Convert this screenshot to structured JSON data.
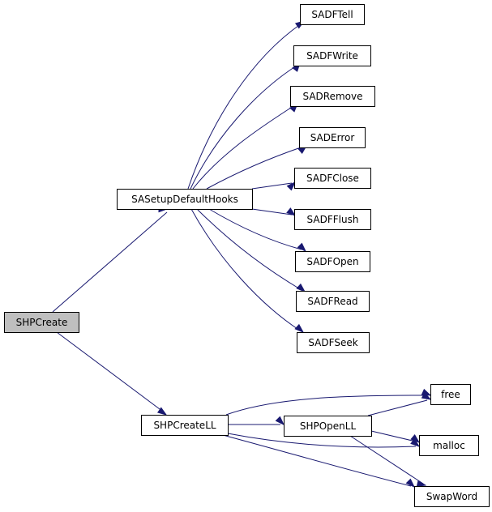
{
  "graph": {
    "nodes": [
      {
        "id": "shpcreate",
        "label": "SHPCreate",
        "root": true
      },
      {
        "id": "sasetupdefaulthooks",
        "label": "SASetupDefaultHooks"
      },
      {
        "id": "shpcreatell",
        "label": "SHPCreateLL"
      },
      {
        "id": "sadftell",
        "label": "SADFTell"
      },
      {
        "id": "sadfwrite",
        "label": "SADFWrite"
      },
      {
        "id": "saremove",
        "label": "SADRemove"
      },
      {
        "id": "saderror",
        "label": "SADError"
      },
      {
        "id": "sadfclose",
        "label": "SADFClose"
      },
      {
        "id": "sadfflush",
        "label": "SADFFlush"
      },
      {
        "id": "sadfopen",
        "label": "SADFOpen"
      },
      {
        "id": "sadfread",
        "label": "SADFRead"
      },
      {
        "id": "sadfseek",
        "label": "SADFSeek"
      },
      {
        "id": "shpopenll",
        "label": "SHPOpenLL"
      },
      {
        "id": "free",
        "label": "free"
      },
      {
        "id": "malloc",
        "label": "malloc"
      },
      {
        "id": "swapword",
        "label": "SwapWord"
      }
    ],
    "edges": [
      {
        "from": "shpcreate",
        "to": "sasetupdefaulthooks"
      },
      {
        "from": "shpcreate",
        "to": "shpcreatell"
      },
      {
        "from": "sasetupdefaulthooks",
        "to": "sadftell"
      },
      {
        "from": "sasetupdefaulthooks",
        "to": "sadfwrite"
      },
      {
        "from": "sasetupdefaulthooks",
        "to": "saremove"
      },
      {
        "from": "sasetupdefaulthooks",
        "to": "saderror"
      },
      {
        "from": "sasetupdefaulthooks",
        "to": "sadfclose"
      },
      {
        "from": "sasetupdefaulthooks",
        "to": "sadfflush"
      },
      {
        "from": "sasetupdefaulthooks",
        "to": "sadfopen"
      },
      {
        "from": "sasetupdefaulthooks",
        "to": "sadfread"
      },
      {
        "from": "sasetupdefaulthooks",
        "to": "sadfseek"
      },
      {
        "from": "shpcreatell",
        "to": "free"
      },
      {
        "from": "shpcreatell",
        "to": "shpopenll"
      },
      {
        "from": "shpcreatell",
        "to": "malloc"
      },
      {
        "from": "shpcreatell",
        "to": "swapword"
      },
      {
        "from": "shpopenll",
        "to": "free"
      },
      {
        "from": "shpopenll",
        "to": "malloc"
      },
      {
        "from": "shpopenll",
        "to": "swapword"
      }
    ]
  }
}
